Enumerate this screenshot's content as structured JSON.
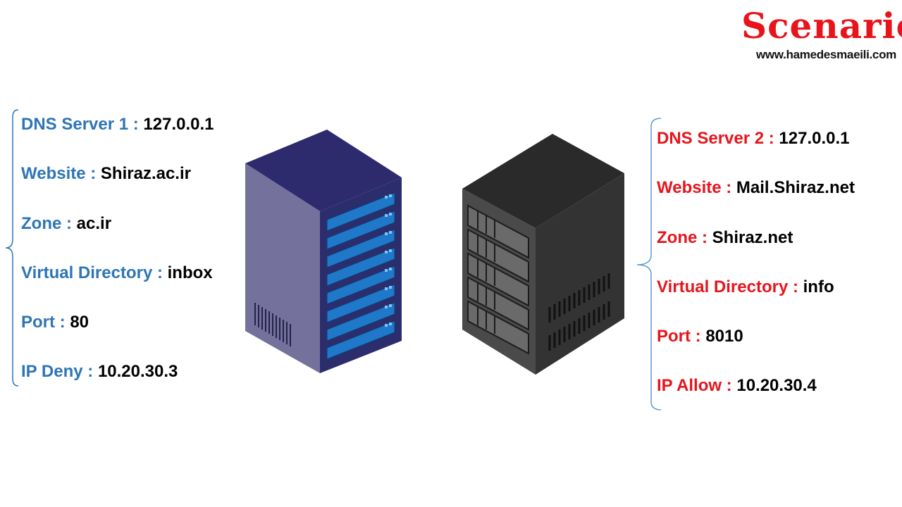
{
  "brand": {
    "title": "Scenario",
    "url": "www.hamedesmaeili.com",
    "color": "#e8141c"
  },
  "colors": {
    "left_label": "#2e75b6",
    "right_label": "#e8141c",
    "value": "#000000",
    "bracket_left": "#2e75b6",
    "bracket_right": "#5b9bd5"
  },
  "left_server": {
    "icon": "server-rack-blue-icon",
    "rows": [
      {
        "label": "DNS Server 1 : ",
        "value": "127.0.0.1"
      },
      {
        "label": "Website : ",
        "value": "Shiraz.ac.ir"
      },
      {
        "label": "Zone : ",
        "value": "ac.ir"
      },
      {
        "label": "Virtual Directory : ",
        "value": "inbox"
      },
      {
        "label": "Port : ",
        "value": "80"
      },
      {
        "label": "IP Deny : ",
        "value": "10.20.30.3"
      }
    ]
  },
  "right_server": {
    "icon": "server-rack-dark-icon",
    "rows": [
      {
        "label": "DNS Server 2 : ",
        "value": "127.0.0.1"
      },
      {
        "label": "Website : ",
        "value": "Mail.Shiraz.net"
      },
      {
        "label": "Zone : ",
        "value": "Shiraz.net"
      },
      {
        "label": "Virtual Directory : ",
        "value": "info"
      },
      {
        "label": "Port : ",
        "value": "8010"
      },
      {
        "label": "IP Allow : ",
        "value": "10.20.30.4"
      }
    ]
  }
}
